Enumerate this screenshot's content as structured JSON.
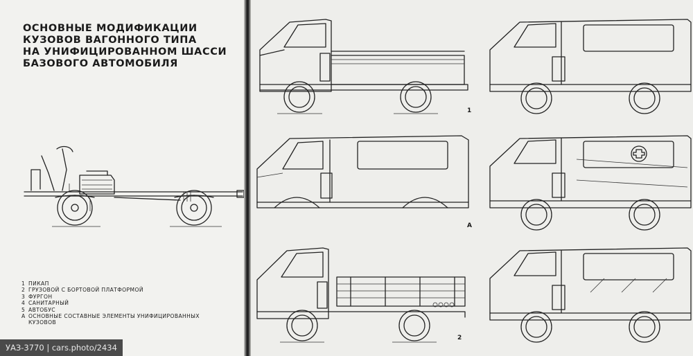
{
  "title": {
    "lines": [
      "ОСНОВНЫЕ МОДИФИКАЦИИ",
      "КУЗОВОВ ВАГОННОГО ТИПА",
      "НА УНИФИЦИРОВАННОМ ШАССИ",
      "БАЗОВОГО АВТОМОБИЛЯ"
    ]
  },
  "legend": [
    {
      "num": "1",
      "text": "ПИКАП"
    },
    {
      "num": "2",
      "text": "ГРУЗОВОЙ С БОРТОВОЙ ПЛАТФОРМОЙ"
    },
    {
      "num": "3",
      "text": "ФУРГОН"
    },
    {
      "num": "4",
      "text": "САНИТАРНЫЙ"
    },
    {
      "num": "5",
      "text": "АВТОБУС"
    },
    {
      "num": "А",
      "text": "ОСНОВНЫЕ СОСТАВНЫЕ ЭЛЕМЕНТЫ УНИФИЦИРОВАННЫХ"
    },
    {
      "num": "",
      "text": "КУЗОВОВ"
    }
  ],
  "figure_labels": {
    "pickup": "1",
    "basic": "А",
    "flatbed": "2"
  },
  "watermark": "УАЗ-3770 | cars.photo/2434"
}
